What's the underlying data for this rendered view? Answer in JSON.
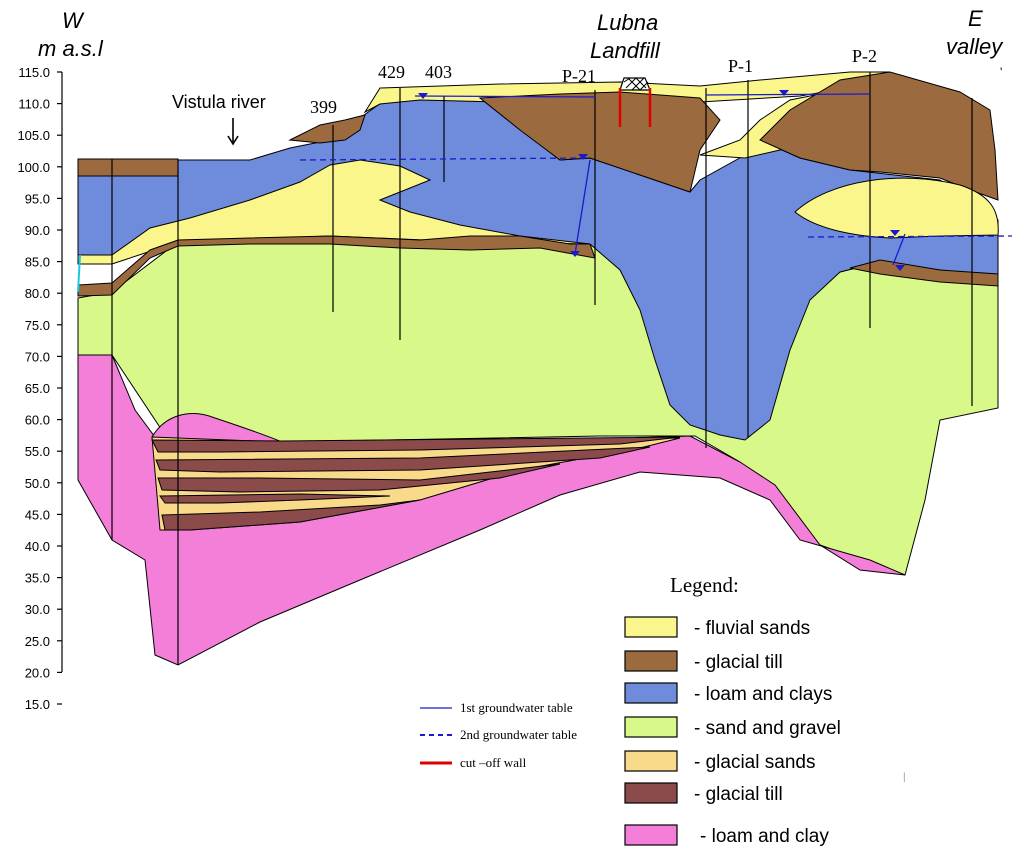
{
  "header": {
    "west": "W",
    "masl": "m a.s.l",
    "east": "E",
    "valley": "valley",
    "landfill_line1": "Lubna",
    "landfill_line2": "Landfill",
    "vistula": "Vistula river"
  },
  "axis": {
    "ticks": [
      "115.0",
      "110.0",
      "105.0",
      "100.0",
      "95.0",
      "90.0",
      "85.0",
      "80.0",
      "75.0",
      "70.0",
      "65.0",
      "60.0",
      "55.0",
      "50.0",
      "45.0",
      "40.0",
      "35.0",
      "30.0",
      "25.0",
      "20.0",
      "15.0"
    ]
  },
  "boreholes": {
    "b399": "399",
    "b429": "429",
    "b403": "403",
    "p21": "P-21",
    "p1": "P-1",
    "p2": "P-2"
  },
  "line_legend": {
    "gw1": "1st groundwater table",
    "gw2": "2nd groundwater table",
    "wall": "cut –off wall"
  },
  "legend": {
    "title": "Legend:",
    "items": [
      {
        "label": "- fluvial sands",
        "color": "#fbf68c"
      },
      {
        "label": "- glacial till",
        "color": "#9b6b3f"
      },
      {
        "label": "- loam and clays",
        "color": "#6f8bdc"
      },
      {
        "label": "- sand and gravel",
        "color": "#d8f88a"
      },
      {
        "label": "- glacial sands",
        "color": "#f9d98a"
      },
      {
        "label": "- glacial till",
        "color": "#8b4b4b"
      },
      {
        "label": "- loam and clay",
        "color": "#f47fd9"
      }
    ]
  },
  "colors": {
    "fluvial_sands": "#fbf68c",
    "glacial_till_upper": "#9b6b3f",
    "loam_clays": "#6f8bdc",
    "sand_gravel": "#d8f88a",
    "glacial_sands": "#f9d98a",
    "glacial_till_lower": "#8b4b4b",
    "loam_clay": "#f47fd9",
    "groundwater": "#1a1acc",
    "cutoff_wall": "#e00000"
  }
}
